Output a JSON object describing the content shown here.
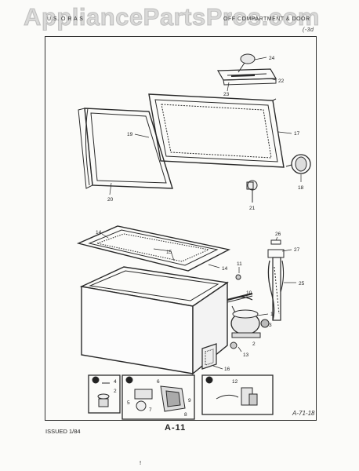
{
  "header": {
    "left": "U.S.  O  R  A  S",
    "right": "OFF  COMPARTMENT  &  DOOR",
    "corner_mark": "(-3d"
  },
  "watermark": {
    "text": "AppliancePartsPros.com"
  },
  "callouts": {
    "c24": "24",
    "c22": "22",
    "c23": "23",
    "c17": "17",
    "c19": "19",
    "c18": "18",
    "c20": "20",
    "c21": "21",
    "c14a": "14",
    "c26": "26",
    "c27": "27",
    "c15": "15",
    "c11": "11",
    "c14b": "14",
    "c25": "25",
    "c10": "10",
    "c1": "1",
    "c3": "3",
    "c2": "2",
    "c16": "16",
    "c13": "13",
    "i2_4": "4",
    "i2_2": "2",
    "i3_6": "6",
    "i3_5": "5",
    "i3_7": "7",
    "i3_8": "8",
    "i3_9": "9",
    "i4_12": "12"
  },
  "insets": {
    "inset2_marker": "2",
    "inset3_marker": "3",
    "inset4_marker": "4"
  },
  "footer": {
    "issued": "ISSUED 1/84",
    "page_number": "A-11",
    "ref": "A-71-18",
    "bottom_mark": "!"
  }
}
